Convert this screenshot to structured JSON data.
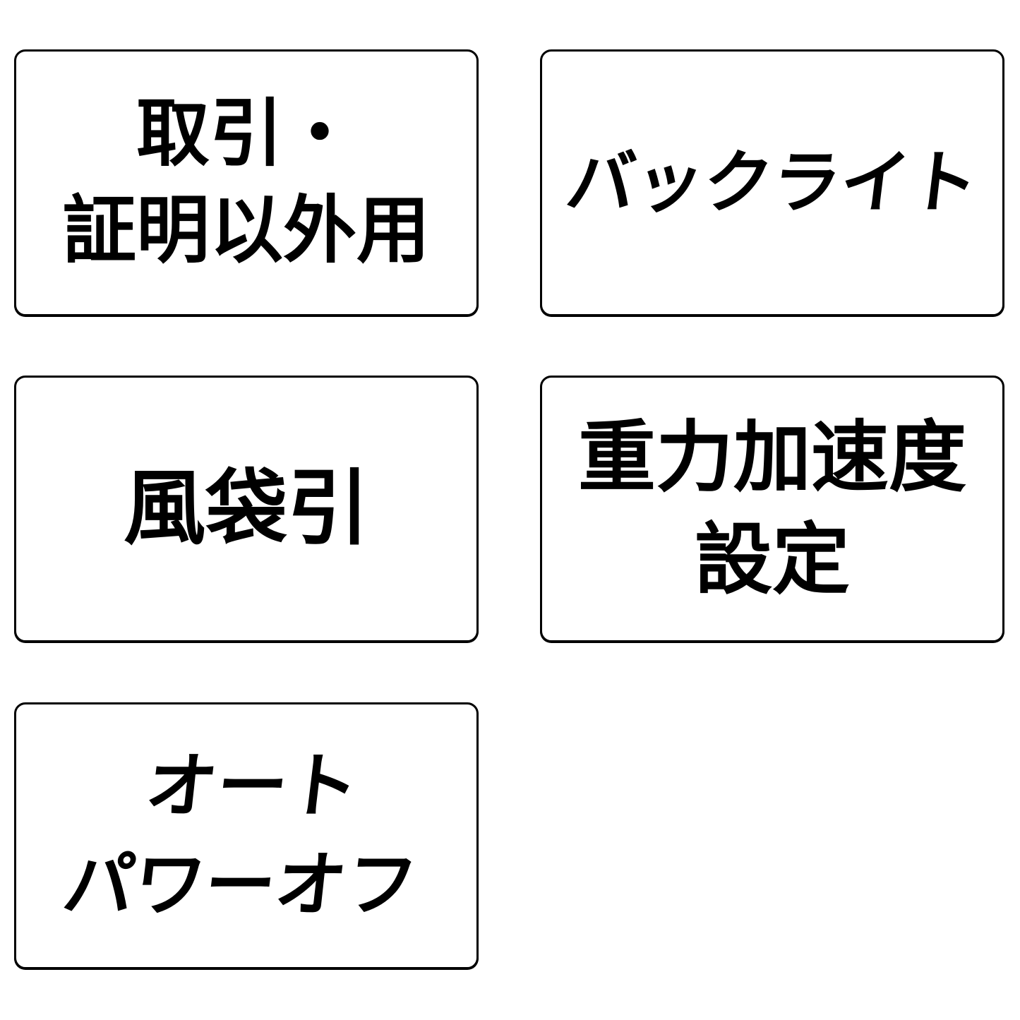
{
  "page": {
    "background_color": "#ffffff",
    "box_fill_color": "#ffffff",
    "box_border_color": "#000000",
    "text_color": "#000000"
  },
  "buttons": [
    {
      "id": "non-trade-certification-use",
      "label": "取引・証明以外用",
      "lines": [
        "取引・",
        "証明以外用"
      ]
    },
    {
      "id": "backlight",
      "label": "バックライト",
      "lines": [
        "バックライト"
      ]
    },
    {
      "id": "tare",
      "label": "風袋引",
      "lines": [
        "風袋引"
      ]
    },
    {
      "id": "gravity-acceleration-setting",
      "label": "重力加速度設定",
      "lines": [
        "重力加速度",
        "設定"
      ]
    },
    {
      "id": "auto-power-off",
      "label": "オートパワーオフ",
      "lines": [
        "オート",
        "パワーオフ"
      ]
    }
  ]
}
